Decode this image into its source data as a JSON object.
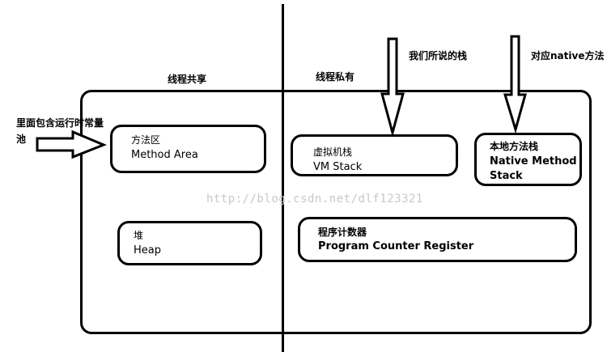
{
  "labels": {
    "shared": "线程共享",
    "private": "线程私有",
    "our_stack": "我们所说的栈",
    "native_note": "对应native方法",
    "pool_line1": "里面包含运行时常量",
    "pool_line2": "池"
  },
  "boxes": {
    "method_area": {
      "cn": "方法区",
      "en": "Method Area"
    },
    "heap": {
      "cn": "堆",
      "en": "Heap"
    },
    "vm_stack": {
      "cn": "虚拟机栈",
      "en": "VM Stack"
    },
    "native_stack": {
      "cn": "本地方法栈",
      "en1": "Native Method",
      "en2": "Stack"
    },
    "pc_register": {
      "cn": "程序计数器",
      "en": "Program Counter Register"
    }
  },
  "watermark": "http://blog.csdn.net/dlf123321"
}
